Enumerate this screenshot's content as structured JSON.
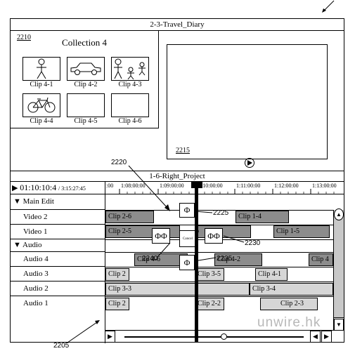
{
  "window": {
    "title": "2-3-Travel_Diary"
  },
  "collection": {
    "ref": "2210",
    "title": "Collection 4",
    "clips": [
      {
        "label": "Clip 4-1",
        "icon": "person-icon"
      },
      {
        "label": "Clip 4-2",
        "icon": "car-icon"
      },
      {
        "label": "Clip 4-3",
        "icon": "people-icon"
      },
      {
        "label": "Clip 4-4",
        "icon": "bicycle-icon"
      },
      {
        "label": "Clip 4-5",
        "icon": ""
      },
      {
        "label": "Clip 4-6",
        "icon": ""
      }
    ]
  },
  "preview": {
    "ref": "2215"
  },
  "project": {
    "title": "1-6-Right_Project",
    "timecode": "01:10:10:4",
    "duration": "/ 3:15:27:45",
    "ruler": [
      ":00",
      "1:08:00:00",
      "1:09:00:00",
      "1:10:00:00",
      "1:11:00:00",
      "1:12:00:00",
      "1:13:00:00"
    ]
  },
  "tracks": {
    "main_edit": "Main Edit",
    "video2": "Video 2",
    "video1": "Video 1",
    "audio_group": "Audio",
    "audio4": "Audio 4",
    "audio3": "Audio 3",
    "audio2": "Audio 2",
    "audio1": "Audio 1"
  },
  "segments": {
    "v2a": "Clip 2-6",
    "v2b": "Clip 1-4",
    "v1a": "Clip 2-5",
    "v1b": "p",
    "v1c": "Clip 1-5",
    "a4a": "Clip 4-6",
    "a4b": "Clip 4-2",
    "a4c": "Clip 4",
    "a3a": "Clip 2",
    "a3b": "Clip 3-5",
    "a3c": "Clip 4-1",
    "a2a": "Clip 3-3",
    "a2b": "Clip 3-4",
    "a1a": "Clip 2",
    "a1b": "Clip 2-2",
    "a1c": "Clip 2-3"
  },
  "effects": {
    "cancel_label": "Cancel",
    "phi": "Φ",
    "phiphi": "ΦΦ"
  },
  "callouts": {
    "c2220": "2220",
    "c2225": "2225",
    "c2230": "2230",
    "c2235": "2235",
    "c2240": "2240",
    "c2205": "2205"
  },
  "watermark": "unwire.hk",
  "colors": {
    "clip_dark": "#8c8c8c",
    "clip_light": "#d6d6d6"
  }
}
